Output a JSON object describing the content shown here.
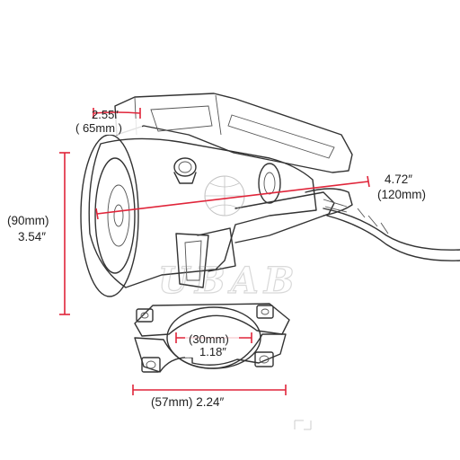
{
  "dimensions": {
    "top_in": "2.55″",
    "top_mm": "( 65mm )",
    "height_mm": "(90mm)",
    "height_in": "3.54″",
    "length_in": "4.72″",
    "length_mm": "(120mm)",
    "clamp_mm": "(30mm)",
    "clamp_in": "1.18″",
    "base_label": "(57mm) 2.24″"
  },
  "watermark": "UBAB",
  "colors": {
    "dimension_line": "#e0253a",
    "line_art": "#333333",
    "text": "#222222"
  }
}
